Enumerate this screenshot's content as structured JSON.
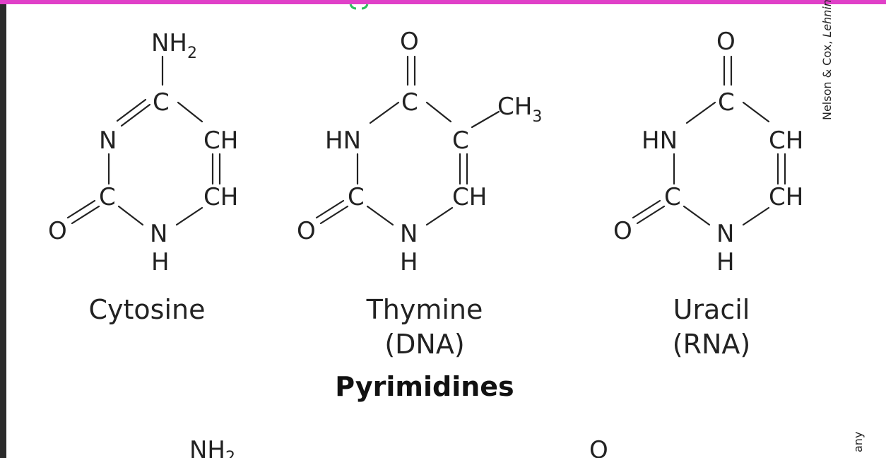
{
  "top_bar_color": "#e040c8",
  "accent_green": "#2fbf5f",
  "molecules": [
    {
      "name": "Cytosine",
      "sub": "",
      "atoms": {
        "n4": "NH",
        "n4_sub": "2",
        "c4": "C",
        "c5": "CH",
        "c6": "CH",
        "n1": "N",
        "n1_h": "H",
        "c2": "C",
        "o2": "O",
        "n3": "N"
      }
    },
    {
      "name": "Thymine",
      "sub": "(DNA)",
      "atoms": {
        "o4": "O",
        "c4": "C",
        "c5": "C",
        "ch3": "CH",
        "ch3_sub": "3",
        "c6": "CH",
        "n1": "N",
        "n1_h": "H",
        "c2": "C",
        "o2": "O",
        "n3": "HN"
      }
    },
    {
      "name": "Uracil",
      "sub": "(RNA)",
      "atoms": {
        "o4": "O",
        "c4": "C",
        "c5": "CH",
        "c6": "CH",
        "n1": "N",
        "n1_h": "H",
        "c2": "C",
        "o2": "O",
        "n3": "HN"
      }
    }
  ],
  "section_label": "Pyrimidines",
  "bottom_fragments": {
    "left": "NH",
    "left_sub": "2",
    "right": "O"
  },
  "credit_text": "Nelson & Cox, ",
  "credit_italic": "Lehnin",
  "edge_text": "any"
}
